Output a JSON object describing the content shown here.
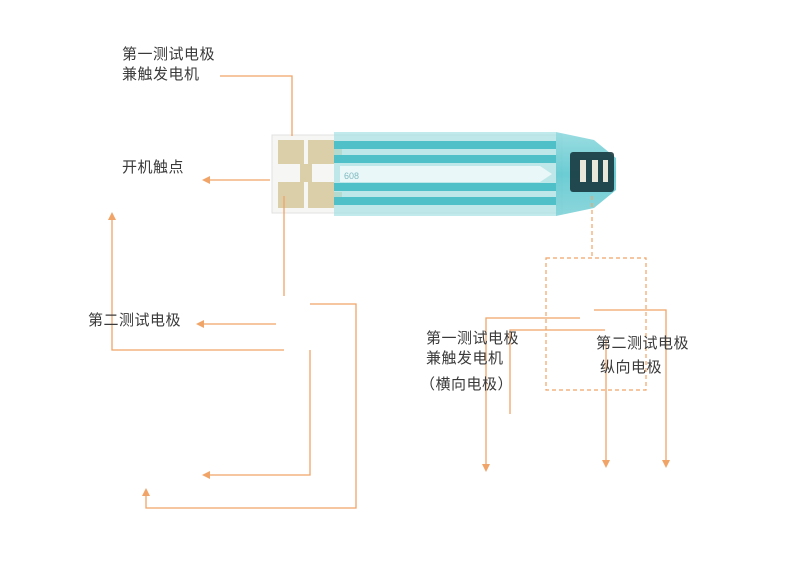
{
  "labels": {
    "top_left_line1": "第一测试电极",
    "top_left_line2": "兼触发电机",
    "power_contact": "开机触点",
    "second_electrode_left": "第二测试电极",
    "first_electrode_right_line1": "第一测试电极",
    "first_electrode_right_line2": "兼触发电机",
    "first_electrode_right_line3": "（横向电极）",
    "second_electrode_right_line1": "第二测试电极",
    "second_electrode_right_line2": "纵向电极"
  },
  "strip": {
    "printed_code": "608"
  },
  "colors": {
    "leader_line": "#f0a467",
    "dashed_line": "#f0a467",
    "strip_teal": "#5cc7cf",
    "strip_light": "#bfe9ee",
    "electrode_gold": "#d8cca6",
    "text": "#3a3a3a"
  }
}
